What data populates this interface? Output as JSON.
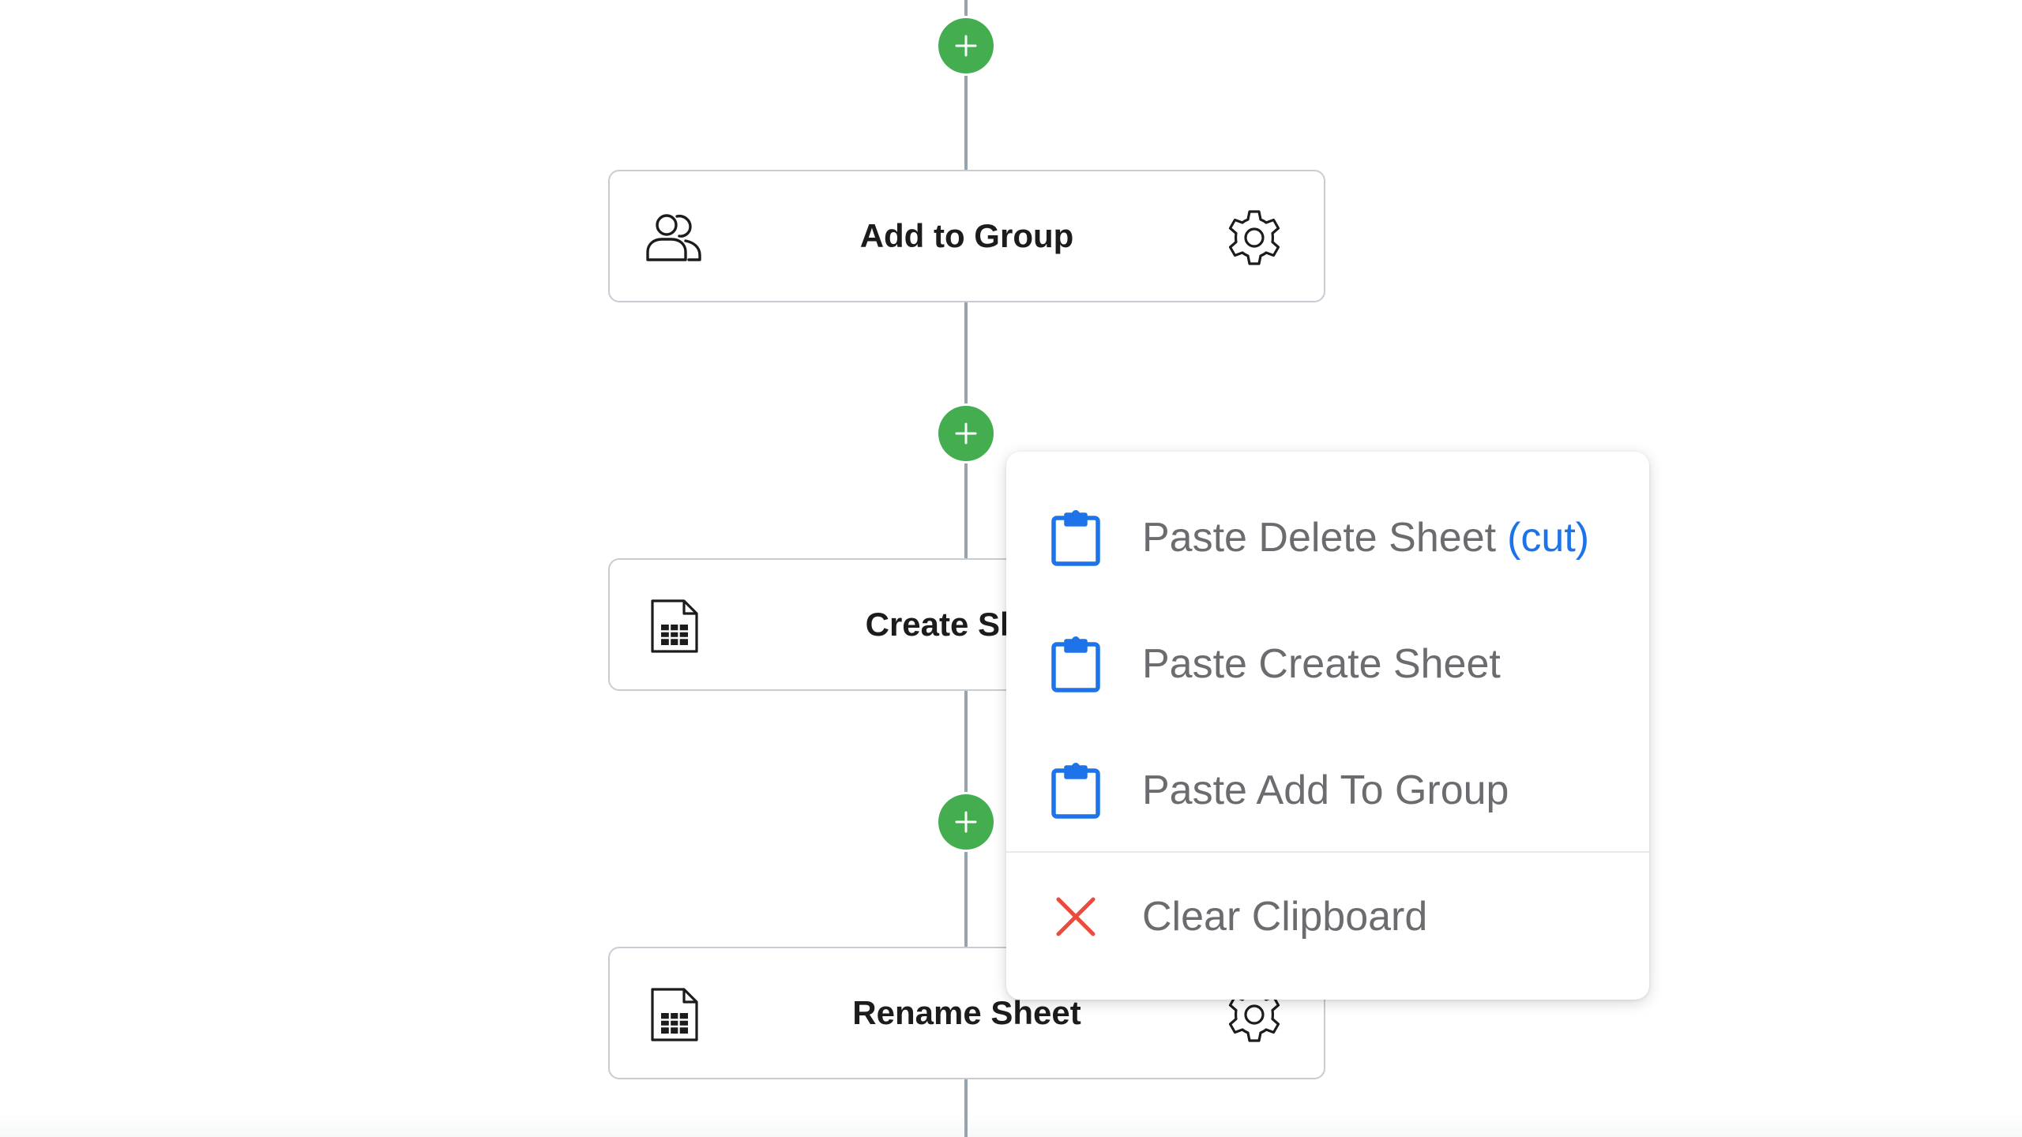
{
  "workflow": {
    "steps": [
      {
        "title": "Add to Group",
        "icon": "users-icon",
        "settings_icon": "gear-icon"
      },
      {
        "title": "Create Sheet",
        "icon": "spreadsheet-icon",
        "settings_icon": "gear-icon"
      },
      {
        "title": "Rename Sheet",
        "icon": "spreadsheet-icon",
        "settings_icon": "gear-icon"
      }
    ],
    "add_step_icon": "plus-icon",
    "colors": {
      "connector": "#97a3ad",
      "add_button": "#43ad4f",
      "card_border": "#c7cdd2"
    }
  },
  "context_menu": {
    "items": [
      {
        "label": "Paste Delete Sheet",
        "tag": "(cut)",
        "icon": "clipboard-icon"
      },
      {
        "label": "Paste Create Sheet",
        "icon": "clipboard-icon"
      },
      {
        "label": "Paste Add To Group",
        "icon": "clipboard-icon"
      },
      {
        "label": "Clear Clipboard",
        "icon": "close-icon"
      }
    ],
    "colors": {
      "clipboard_icon": "#1f73e8",
      "clear_icon": "#ec4a3c",
      "label_text": "#6a6c70",
      "cut_tag": "#1f73e8"
    }
  }
}
